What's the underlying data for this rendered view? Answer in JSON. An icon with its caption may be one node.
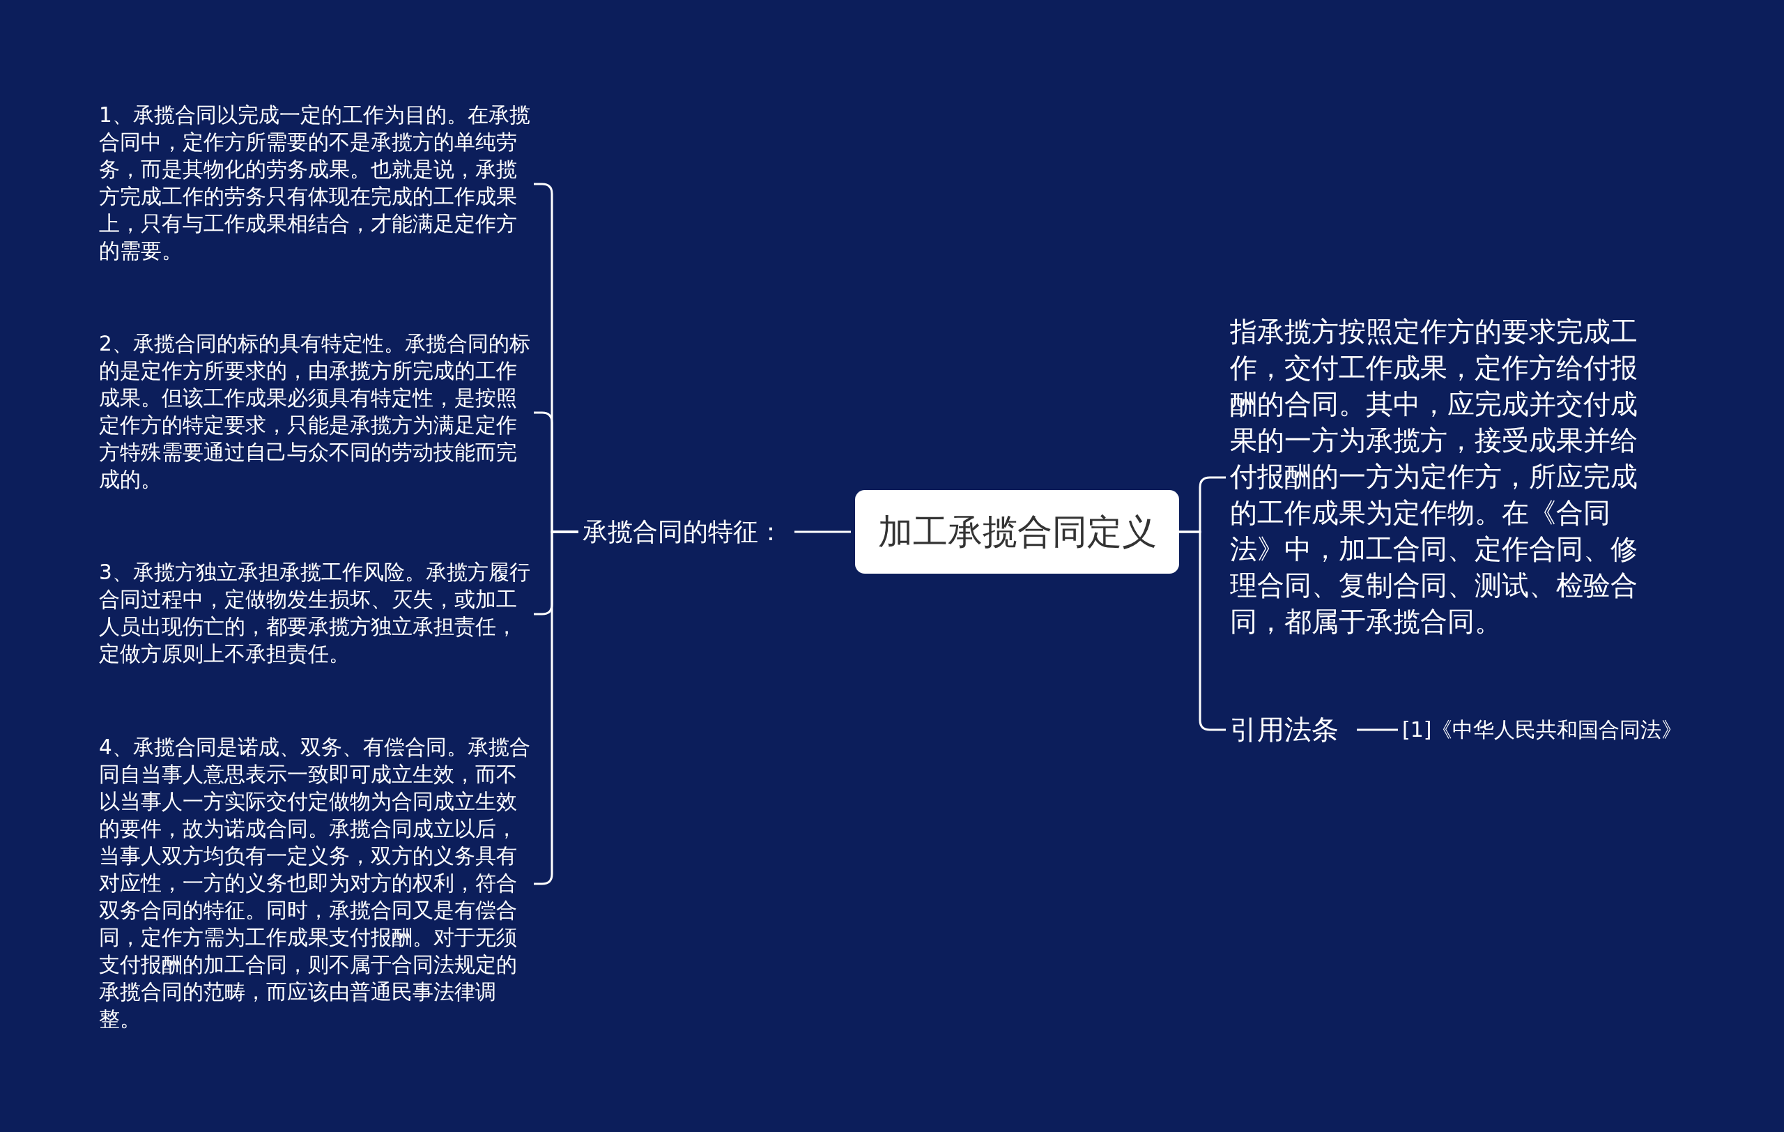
{
  "diagram": {
    "nodes": [
      {
        "text": [
          "加工承揽合同定义"
        ]
      },
      {
        "text": [
          "承揽合同的特征："
        ]
      },
      {
        "text": [
          "1、承揽合同以完成一定的工作为目的。在承揽合同中，定作方所需要的不是承揽方的单纯劳务，而是其物化的劳务成果。也就是说，承揽方完成工作的劳务只有体现在完成的工作成果上，只有与工作成果相结合，才能满足定作方的需要。"
        ]
      },
      {
        "text": [
          "2、承揽合同的标的具有特定性。承揽合同的标的是定作方所要求的，由承揽方所完成的工作成果。但该工作成果必须具有特定性，是按照定作方的特定要求，只能是承揽方为满足定作方特殊需要通过自己与众不同的劳动技能而完成的。"
        ]
      },
      {
        "text": [
          "3、承揽方独立承担承揽工作风险。承揽方履行合同过程中，定做物发生损坏、灭失，或加工人员出现伤亡的，都要承揽方独立承担责任，定做方原则上不承担责任。"
        ]
      },
      {
        "text": [
          "4、承揽合同是诺成、双务、有偿合同。承揽合同自当事人意思表示一致即可成立生效，而不以当事人一方实际交付定做物为合同成立生效的要件，故为诺成合同。承揽合同成立以后，当事人双方均负有一定义务，双方的义务具有对应性，一方的义务也即为对方的权利，符合双务合同的特征。同时，承揽合同又是有偿合同，定作方需为工作成果支付报酬。对于无须支付报酬的加工合同，则不属于合同法规定的承揽合同的范畴，而应该由普通民事法律调整。"
        ]
      },
      {
        "text": [
          "指承揽方按照定作方的要求完成工作，交付工作成果，定作方给付报酬的合同。其中，应完成并交付成果的一方为承揽方，接受成果并给付报酬的一方为定作方，所应完成的工作成果为定作物。在《合同法》中，加工合同、定作合同、修理合同、复制合同、测试、检验合同，都属于承揽合同。"
        ]
      },
      {
        "text": [
          "引用法条"
        ]
      },
      {
        "text": [
          "[1]《中华人民共和国合同法》"
        ]
      }
    ],
    "edges": [
      {
        "from": 0,
        "to": 1,
        "arrow": "none"
      },
      {
        "from": 1,
        "to": 2,
        "arrow": "none"
      },
      {
        "from": 1,
        "to": 3,
        "arrow": "none"
      },
      {
        "from": 1,
        "to": 4,
        "arrow": "none"
      },
      {
        "from": 1,
        "to": 5,
        "arrow": "none"
      },
      {
        "from": 0,
        "to": 6,
        "arrow": "none"
      },
      {
        "from": 0,
        "to": 7,
        "arrow": "none"
      },
      {
        "from": 7,
        "to": 8,
        "arrow": "none"
      }
    ]
  }
}
